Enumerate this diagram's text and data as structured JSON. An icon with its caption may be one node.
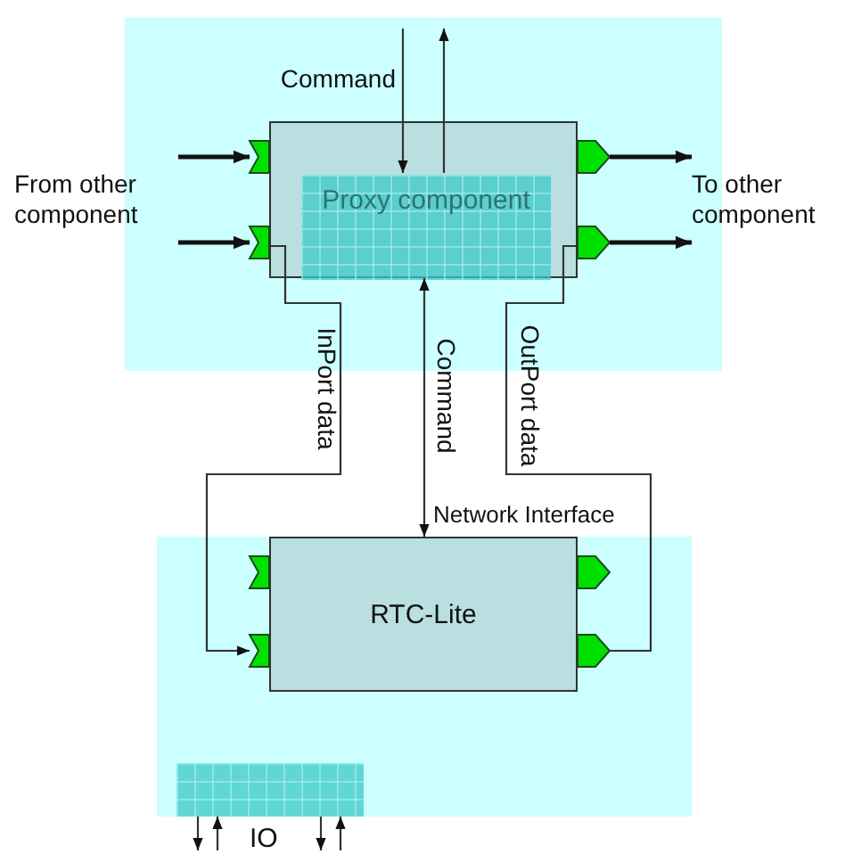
{
  "diagram": {
    "nodes": [
      {
        "text": [],
        "shape": "box"
      },
      {
        "text": [],
        "shape": "box",
        "in": 0
      },
      {
        "text": [
          "Proxy component"
        ],
        "in": 1
      },
      {
        "text": [],
        "shape": "chevron",
        "in": 0
      },
      {
        "text": [],
        "shape": "chevron",
        "in": 0
      },
      {
        "text": [],
        "shape": "pentagon",
        "in": 0
      },
      {
        "text": [],
        "shape": "pentagon",
        "in": 0
      },
      {
        "text": [],
        "shape": "box"
      },
      {
        "text": [
          "RTC-Lite"
        ],
        "in": 7
      },
      {
        "text": [],
        "shape": "chevron",
        "in": 7
      },
      {
        "text": [],
        "shape": "chevron",
        "in": 7
      },
      {
        "text": [],
        "shape": "pentagon",
        "in": 7
      },
      {
        "text": [],
        "shape": "pentagon",
        "in": 7
      },
      {
        "text": [],
        "shape": "box",
        "in": 7,
        "beside": [
          "IO"
        ]
      },
      {
        "text": [
          "From other component"
        ]
      },
      {
        "text": [
          "To other component"
        ]
      }
    ],
    "edges": [
      {
        "from": 14,
        "to": 3,
        "arrow": "to",
        "style": "thick"
      },
      {
        "from": 14,
        "to": 4,
        "arrow": "to",
        "style": "thick"
      },
      {
        "from": 5,
        "to": 15,
        "arrow": "to",
        "style": "thick"
      },
      {
        "from": 6,
        "to": 15,
        "arrow": "to",
        "style": "thick"
      },
      {
        "from": null,
        "to": 2,
        "arrow": "to"
      },
      {
        "from": 2,
        "to": null,
        "arrow": "to"
      },
      {
        "from": 4,
        "to": 10,
        "arrow": "to",
        "label": "InPort data"
      },
      {
        "from": 2,
        "to": 8,
        "arrow": "both",
        "label": "Command"
      },
      {
        "from": 12,
        "to": 6,
        "arrow": "none",
        "label": "OutPort data"
      },
      {
        "from": 13,
        "to": null,
        "arrow": "to"
      },
      {
        "from": null,
        "to": 13,
        "arrow": "to"
      },
      {
        "from": 13,
        "to": null,
        "arrow": "to"
      },
      {
        "from": null,
        "to": 13,
        "arrow": "to"
      }
    ],
    "labels": [
      "Command",
      "Network Interface"
    ]
  }
}
